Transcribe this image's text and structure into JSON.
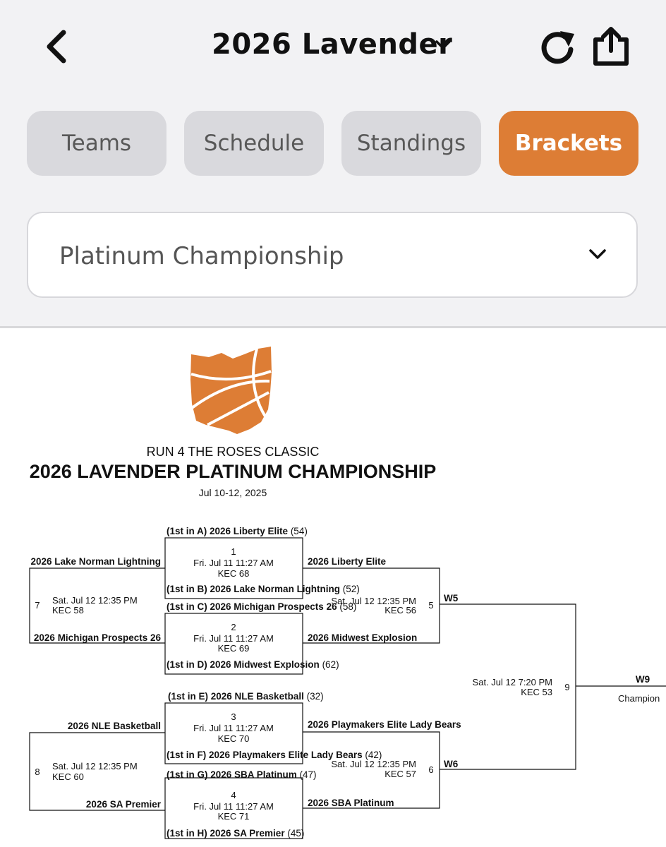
{
  "header": {
    "title": "2026 Lavender",
    "icons": [
      "back-chevron-icon",
      "chevron-down-icon",
      "refresh-icon",
      "share-icon"
    ]
  },
  "tabs": [
    {
      "label": "Teams",
      "active": false
    },
    {
      "label": "Schedule",
      "active": false
    },
    {
      "label": "Standings",
      "active": false
    },
    {
      "label": "Brackets",
      "active": true
    }
  ],
  "division_select": {
    "value": "Platinum Championship"
  },
  "colors": {
    "accent": "#dd7d35",
    "tab_inactive": "#d9d9dd",
    "background": "#f2f2f4"
  },
  "bracket": {
    "event": "RUN 4 THE ROSES CLASSIC",
    "title": "2026 LAVENDER PLATINUM CHAMPIONSHIP",
    "dates": "Jul 10-12, 2025",
    "games": [
      {
        "num": "1",
        "time": "Fri. Jul 11 11:27 AM",
        "court": "KEC 68",
        "top": "(1st in A) 2026 Liberty Elite",
        "top_seed": " (54)",
        "bottom": "(1st in B) 2026 Lake Norman Lightning",
        "bottom_seed": " (52)"
      },
      {
        "num": "2",
        "time": "Fri. Jul 11 11:27 AM",
        "court": "KEC 69",
        "top": "(1st in C) 2026 Michigan Prospects 26",
        "top_seed": " (58)",
        "bottom": "(1st in D) 2026 Midwest Explosion",
        "bottom_seed": " (62)"
      },
      {
        "num": "3",
        "time": "Fri. Jul 11 11:27 AM",
        "court": "KEC 70",
        "top": "(1st in E) 2026 NLE Basketball",
        "top_seed": " (32)",
        "bottom": "(1st in F) 2026 Playmakers Elite Lady Bears",
        "bottom_seed": " (42)"
      },
      {
        "num": "4",
        "time": "Fri. Jul 11 11:27 AM",
        "court": "KEC 71",
        "top": "(1st in G) 2026 SBA Platinum",
        "top_seed": " (47)",
        "bottom": "(1st in H) 2026 SA Premier",
        "bottom_seed": " (45)"
      },
      {
        "num": "5",
        "time": "Sat. Jul 12 12:35 PM",
        "court": "KEC 56",
        "top": "2026 Liberty Elite",
        "bottom": "2026 Midwest Explosion",
        "winner": "W5"
      },
      {
        "num": "6",
        "time": "Sat. Jul 12 12:35 PM",
        "court": "KEC 57",
        "top": "2026 Playmakers Elite Lady Bears",
        "bottom": "2026 SBA Platinum",
        "winner": "W6"
      },
      {
        "num": "7",
        "time": "Sat. Jul 12 12:35 PM",
        "court": "KEC 58",
        "top": "2026 Lake Norman Lightning",
        "bottom": "2026 Michigan Prospects 26"
      },
      {
        "num": "8",
        "time": "Sat. Jul 12 12:35 PM",
        "court": "KEC 60",
        "top": "2026 NLE Basketball",
        "bottom": "2026 SA Premier"
      },
      {
        "num": "9",
        "time": "Sat. Jul 12 7:20 PM",
        "court": "KEC 53",
        "winner": "W9",
        "winner_caption": "Champion"
      }
    ]
  }
}
